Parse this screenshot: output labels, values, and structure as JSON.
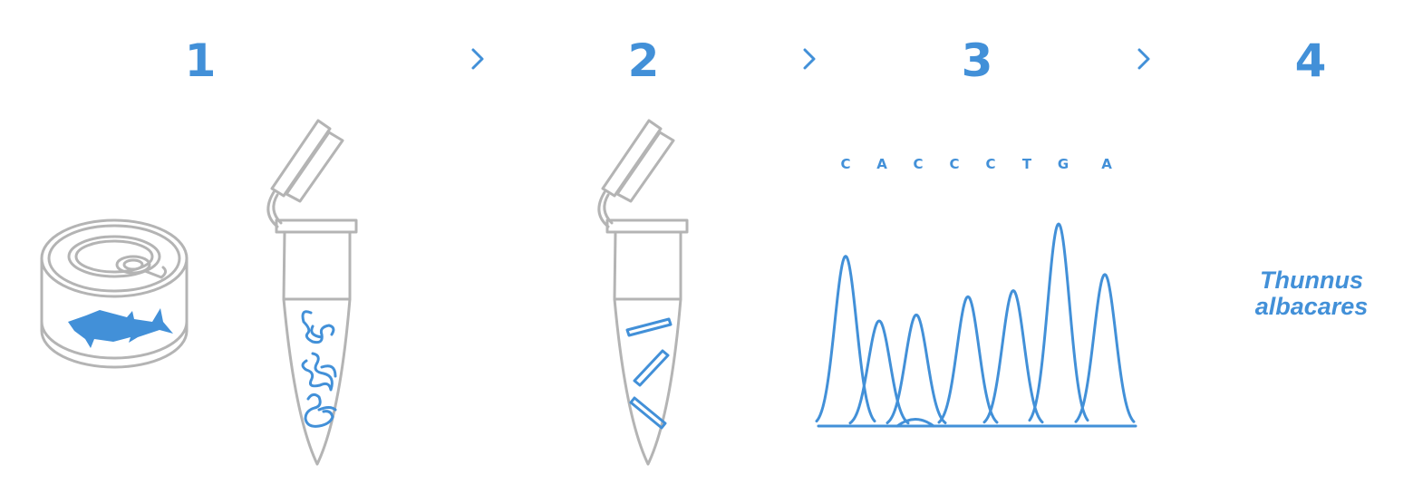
{
  "steps": [
    {
      "number": "1"
    },
    {
      "number": "2"
    },
    {
      "number": "3"
    },
    {
      "number": "4"
    }
  ],
  "arrow_icon": "chevron-right-icon",
  "colors": {
    "accent": "#4290d8",
    "outline": "#b4b4b4"
  },
  "sequence": [
    "C",
    "A",
    "C",
    "C",
    "C",
    "T",
    "G",
    "A"
  ],
  "chromatogram": {
    "peak_heights": [
      0.84,
      0.52,
      0.55,
      0.64,
      0.67,
      1.0,
      0.75
    ]
  },
  "result": {
    "species_line1": "Thunnus",
    "species_line2": "albacares"
  }
}
